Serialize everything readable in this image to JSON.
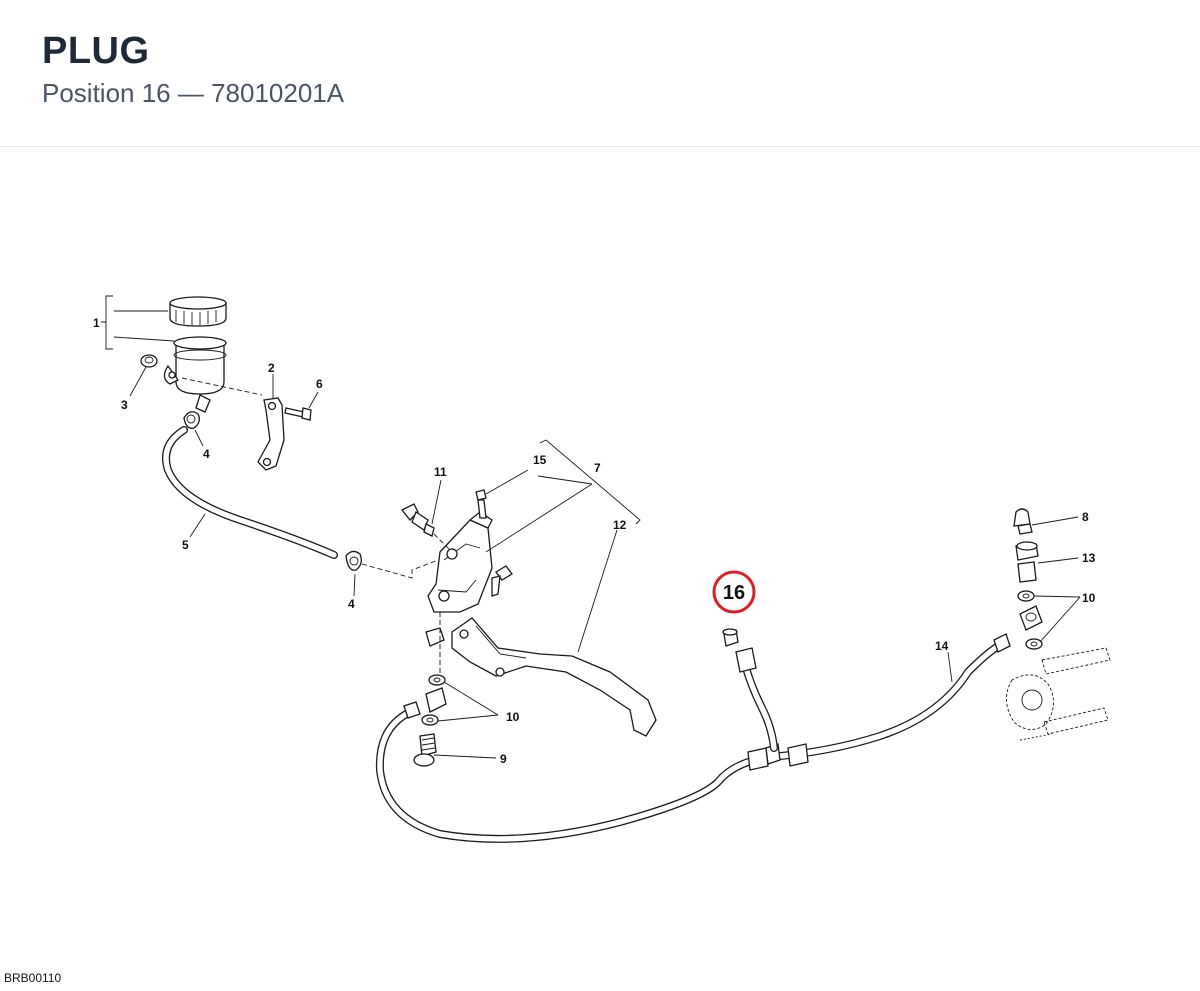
{
  "header": {
    "title": "PLUG",
    "subtitle": "Position 16 — 78010201A"
  },
  "highlight": {
    "position": "16",
    "ring_color": "#d9202a"
  },
  "callouts": {
    "c1": "1",
    "c2": "2",
    "c3": "3",
    "c4a": "4",
    "c4b": "4",
    "c5": "5",
    "c6": "6",
    "c7": "7",
    "c8": "8",
    "c9": "9",
    "c10a": "10",
    "c10b": "10",
    "c11": "11",
    "c12": "12",
    "c13": "13",
    "c14": "14",
    "c15": "15"
  },
  "footer": {
    "figure_code": "BRB00110"
  },
  "colors": {
    "line": "#1a1a1a",
    "title": "#1e2a3a",
    "subtitle": "#4a5566",
    "highlight": "#d9202a"
  }
}
